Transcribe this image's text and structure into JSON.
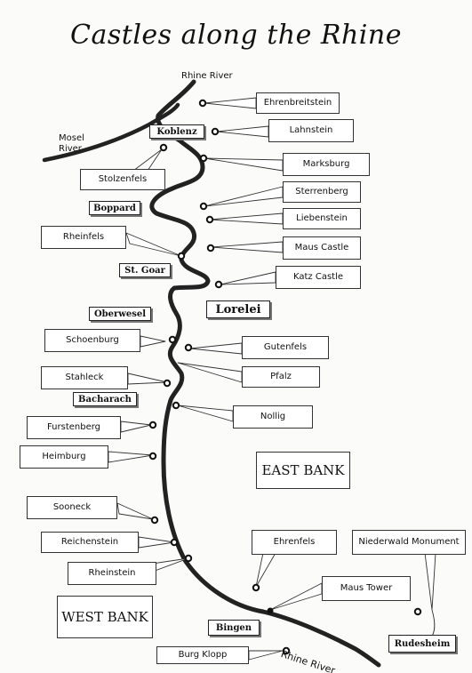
{
  "title": "Castles along the Rhine",
  "rivers": {
    "rhine_top": "Rhine River",
    "rhine_bottom": "Rhine River",
    "mosel": "Mosel River"
  },
  "towns": [
    "Koblenz",
    "Boppard",
    "St. Goar",
    "Oberwesel",
    "Lorelei",
    "Bacharach",
    "Bingen",
    "Rudesheim"
  ],
  "banks": {
    "east": "EAST BANK",
    "west": "WEST BANK"
  },
  "castles_east": [
    "Ehrenbreitstein",
    "Lahnstein",
    "Marksburg",
    "Sterrenberg",
    "Liebenstein",
    "Maus Castle",
    "Katz Castle",
    "Gutenfels",
    "Pfalz",
    "Nollig",
    "Ehrenfels",
    "Niederwald Monument",
    "Maus Tower"
  ],
  "castles_west": [
    "Stolzenfels",
    "Rheinfels",
    "Schoenburg",
    "Stahleck",
    "Furstenberg",
    "Heimburg",
    "Sooneck",
    "Reichenstein",
    "Rheinstein",
    "Burg Klopp"
  ]
}
